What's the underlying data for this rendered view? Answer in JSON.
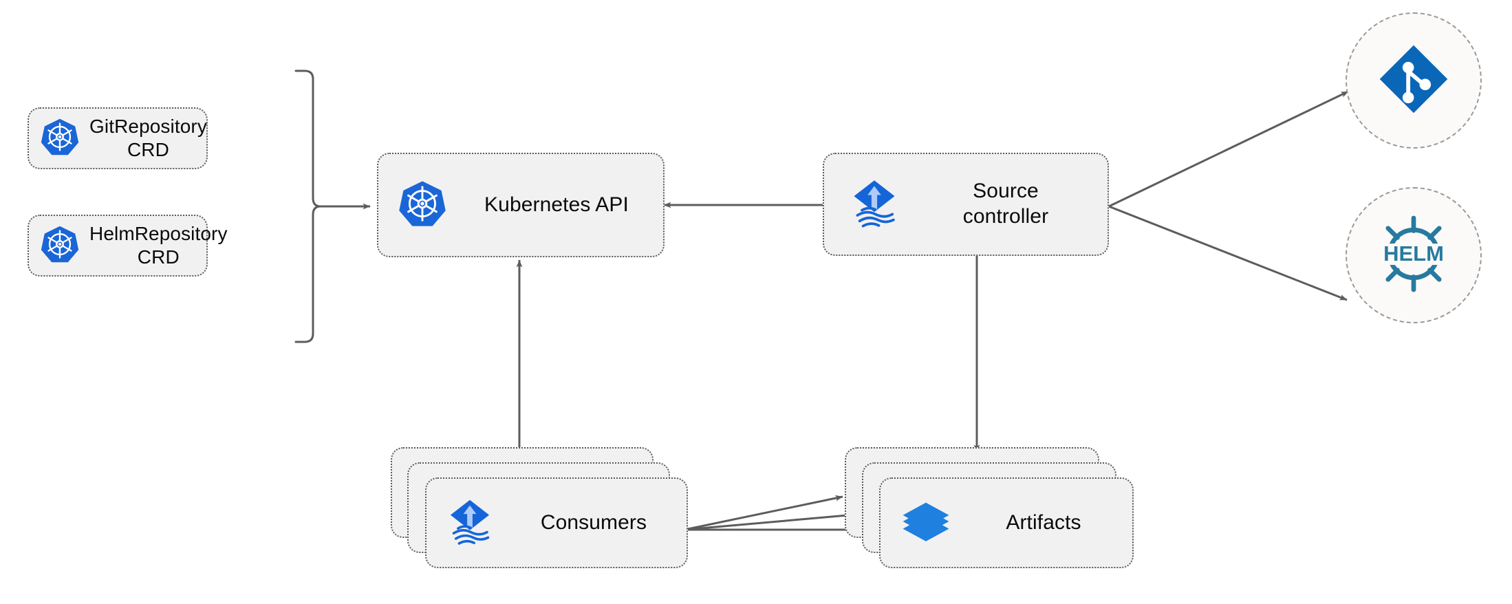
{
  "diagram": {
    "title": "Flux source-controller architecture",
    "colors": {
      "node_fill": "#f1f1f1",
      "node_border": "#5a5a5a",
      "circle_fill": "#fbfaf8",
      "circle_border": "#9a9a9a",
      "edge": "#5c5c5c",
      "kubernetes_blue": "#1a66d6",
      "flux_blue": "#1565d8",
      "flux_arrow_light": "#aecbfa",
      "artifact_blue": "#1f80e0",
      "git_blue": "#0a67b8",
      "helm_blue": "#277a9f",
      "text": "#0a0a0a"
    },
    "nodes": {
      "git_repository_crd": {
        "label": "GitRepository\nCRD",
        "icon": "kubernetes-icon"
      },
      "helm_repository_crd": {
        "label": "HelmRepository\nCRD",
        "icon": "kubernetes-icon"
      },
      "kubernetes_api": {
        "label": "Kubernetes API",
        "icon": "kubernetes-icon"
      },
      "source_controller": {
        "label": "Source\ncontroller",
        "icon": "flux-icon"
      },
      "consumers": {
        "label": "Consumers",
        "icon": "flux-icon",
        "stack_count": 3
      },
      "artifacts": {
        "label": "Artifacts",
        "icon": "layers-icon",
        "stack_count": 3
      },
      "git": {
        "label": "",
        "icon": "git-icon"
      },
      "helm": {
        "label": "HELM",
        "icon": "helm-icon"
      }
    },
    "edges": [
      {
        "from": "crd-bracket",
        "to": "kubernetes_api",
        "direction": "to"
      },
      {
        "from": "source_controller",
        "to": "kubernetes_api",
        "direction": "to"
      },
      {
        "from": "consumers",
        "to": "kubernetes_api",
        "direction": "to"
      },
      {
        "from": "source_controller",
        "to": "git",
        "direction": "to"
      },
      {
        "from": "source_controller",
        "to": "helm",
        "direction": "to"
      },
      {
        "from": "source_controller",
        "to": "artifacts",
        "direction": "to"
      },
      {
        "from": "consumers",
        "to": "artifacts",
        "direction": "to"
      },
      {
        "from": "consumers",
        "to": "artifacts",
        "direction": "to"
      },
      {
        "from": "consumers",
        "to": "artifacts",
        "direction": "to"
      }
    ]
  }
}
